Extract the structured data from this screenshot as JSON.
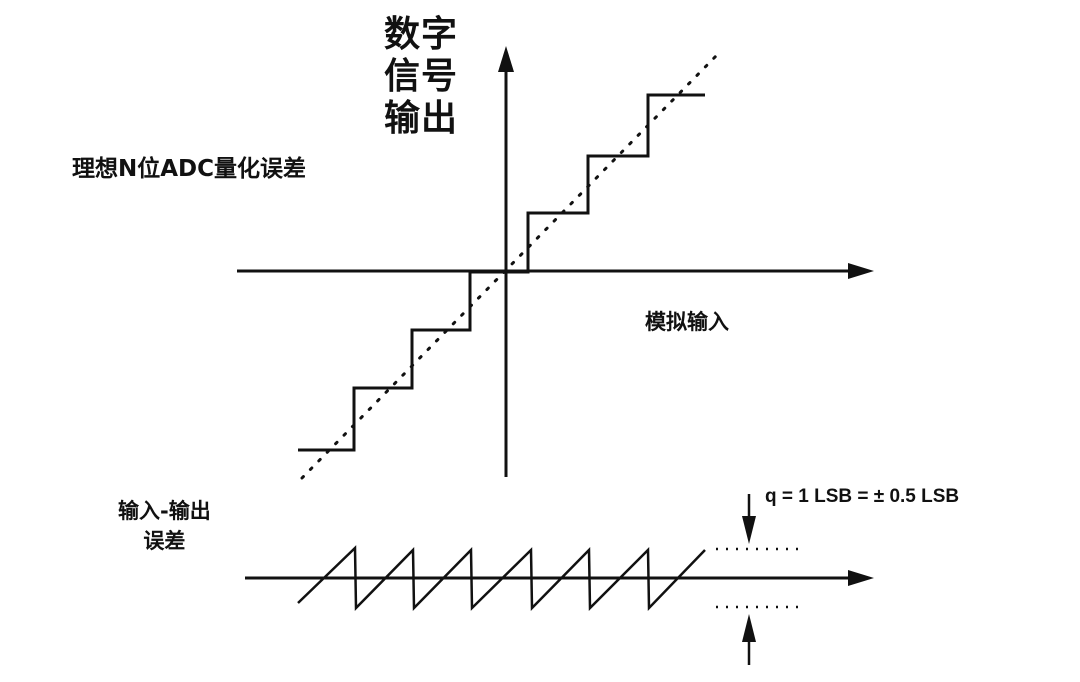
{
  "diagram": {
    "title": "理想N位ADC量化误差",
    "y_axis_label_lines": [
      "数字",
      "信号",
      "输出"
    ],
    "x_axis_label": "模拟输入",
    "error_label_lines": [
      "输入-输出",
      "误差"
    ],
    "quantization_annotation": "q = 1 LSB = ± 0.5 LSB",
    "colors": {
      "line": "#111111",
      "background": "#ffffff"
    },
    "transfer_function": {
      "type": "staircase",
      "steps": 7,
      "ideal_line": "dotted diagonal"
    },
    "error_plot": {
      "type": "sawtooth",
      "teeth": 7,
      "bounds": "±0.5 LSB"
    }
  }
}
